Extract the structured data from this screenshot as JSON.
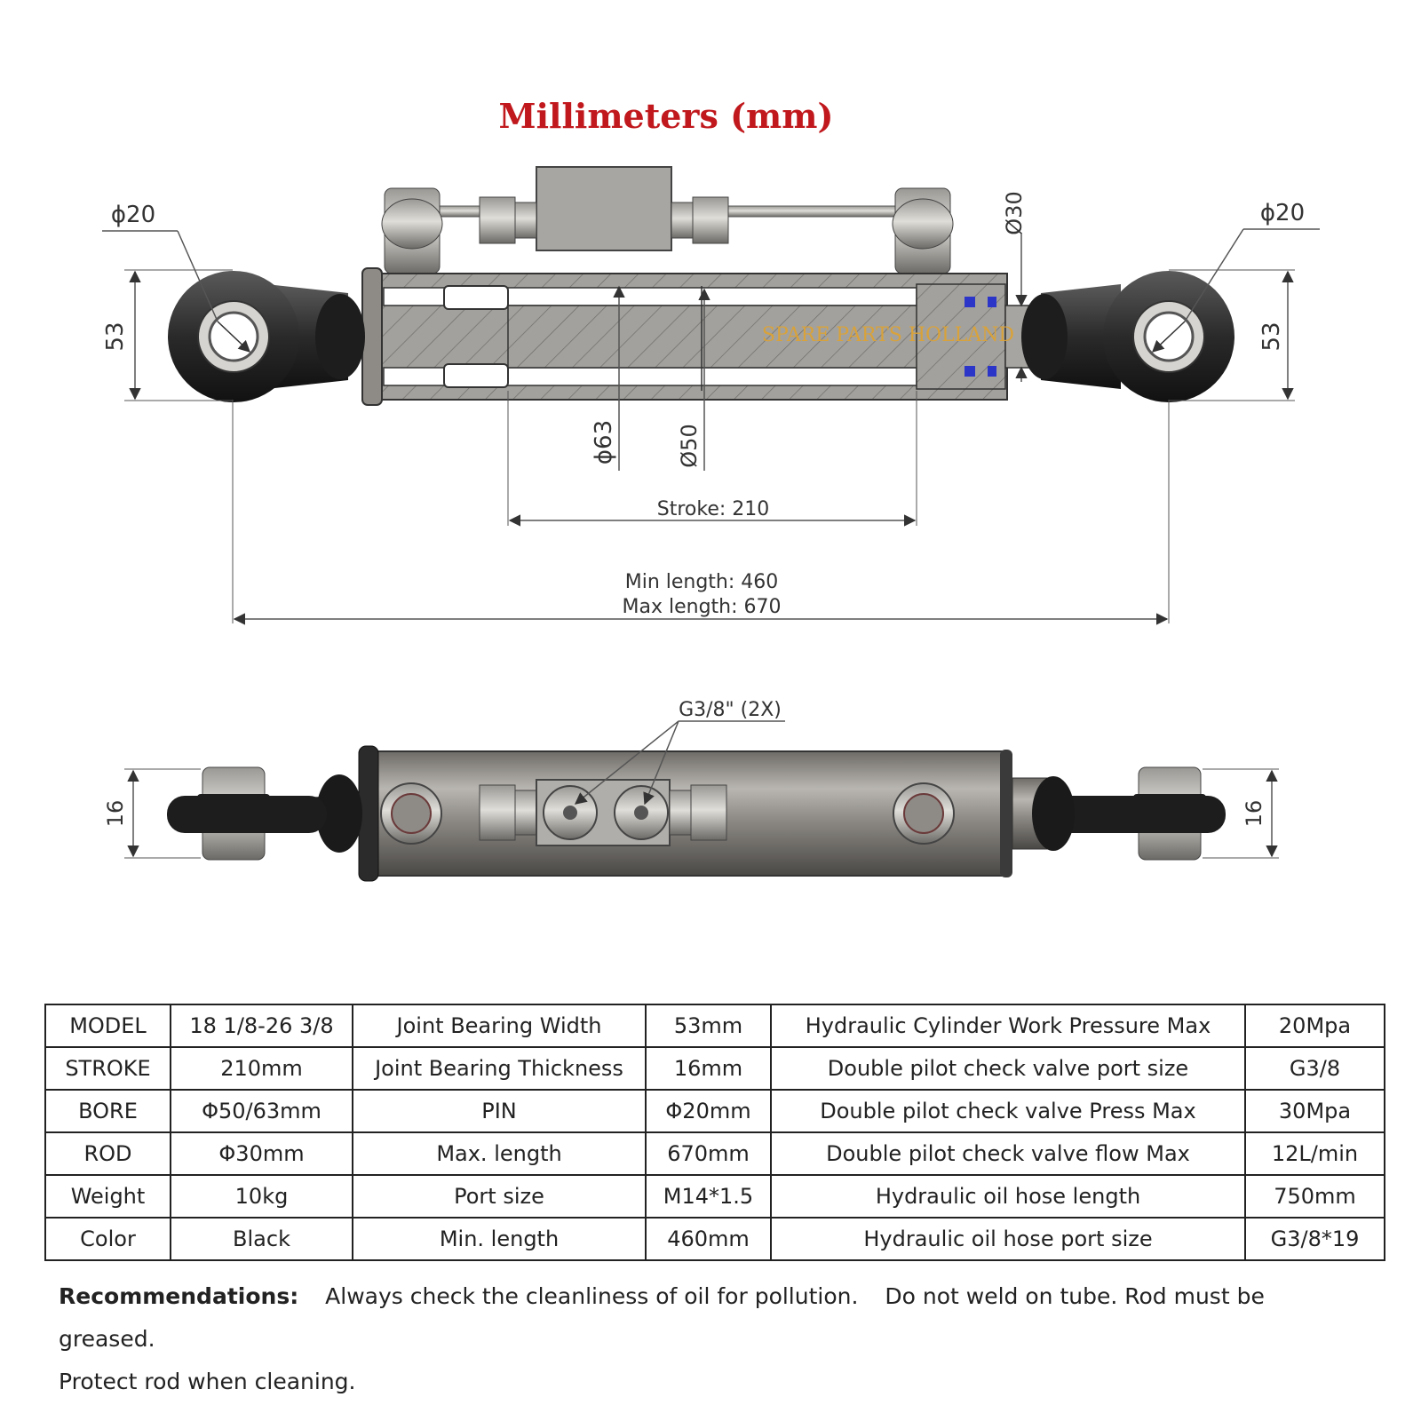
{
  "title": "Millimeters (mm)",
  "watermark": "SPARE PARTS HOLLAND",
  "dimensions": {
    "pin_left": "ϕ20",
    "pin_right": "ϕ20",
    "rod_dia": "Ø30",
    "bearing_width_left": "53",
    "bearing_width_right": "53",
    "bore_outer": "ϕ63",
    "bore_inner": "Ø50",
    "stroke": "Stroke: 210",
    "min_length": "Min length: 460",
    "max_length": "Max length: 670",
    "port": "G3/8\" (2X)",
    "thickness_left": "16",
    "thickness_right": "16"
  },
  "colors": {
    "title": "#c0181c",
    "watermark": "#d9a23a",
    "seal": "#2b35c8",
    "line": "#333333"
  },
  "specs": {
    "rows": [
      [
        "MODEL",
        "18 1/8-26 3/8",
        "Joint Bearing Width",
        "53mm",
        "Hydraulic Cylinder Work Pressure Max",
        "20Mpa"
      ],
      [
        "STROKE",
        "210mm",
        "Joint Bearing Thickness",
        "16mm",
        "Double pilot check valve port size",
        "G3/8"
      ],
      [
        "BORE",
        "Φ50/63mm",
        "PIN",
        "Φ20mm",
        "Double pilot check valve Press Max",
        "30Mpa"
      ],
      [
        "ROD",
        "Φ30mm",
        "Max. length",
        "670mm",
        "Double pilot check valve flow Max",
        "12L/min"
      ],
      [
        "Weight",
        "10kg",
        "Port size",
        "M14*1.5",
        "Hydraulic oil hose length",
        "750mm"
      ],
      [
        "Color",
        "Black",
        "Min. length",
        "460mm",
        "Hydraulic oil hose port size",
        "G3/8*19"
      ]
    ]
  },
  "recommendations": {
    "label": "Recommendations:",
    "items": [
      "Always check the cleanliness of oil for pollution.",
      "Do not weld on tube. Rod must be greased.",
      "Protect rod when cleaning."
    ]
  }
}
